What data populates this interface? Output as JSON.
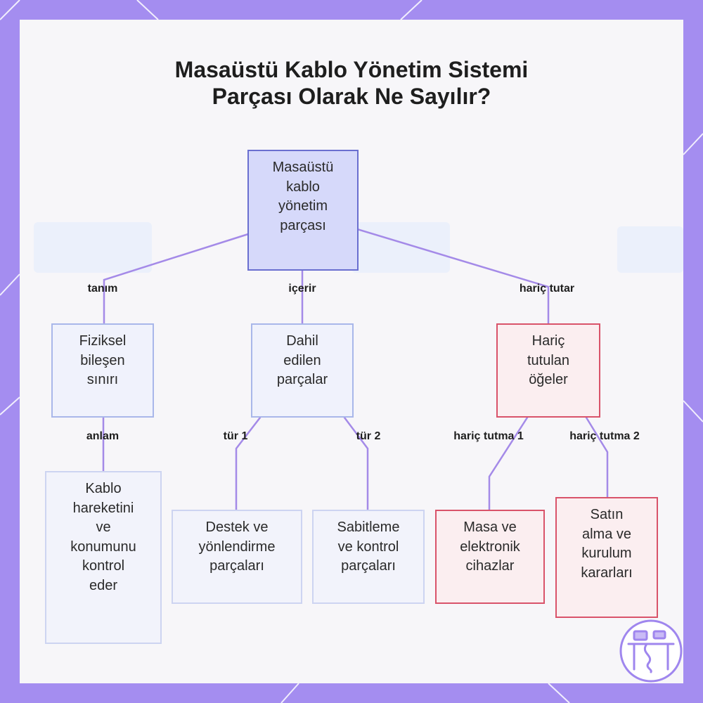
{
  "title_lines": [
    "Masaüstü Kablo Yönetim Sistemi",
    "Parçası Olarak Ne Sayılır?"
  ],
  "colors": {
    "frame": "#a48df0",
    "connector": "#a48ae8",
    "root_fill": "#d6d9fa",
    "root_border": "#6a6fd0",
    "blue_border": "#a9b7ea",
    "red_border": "#d9536a",
    "red_fill": "#fbeef0"
  },
  "nodes": {
    "root": [
      "Masaüstü",
      "kablo",
      "yönetim",
      "parçası"
    ],
    "physical": [
      "Fiziksel",
      "bileşen",
      "sınırı"
    ],
    "included": [
      "Dahil",
      "edilen",
      "parçalar"
    ],
    "excluded": [
      "Hariç",
      "tutulan",
      "öğeler"
    ],
    "control": [
      "Kablo",
      "hareketini",
      "ve",
      "konumunu",
      "kontrol",
      "eder"
    ],
    "support": [
      "Destek ve",
      "yönlendirme",
      "parçaları"
    ],
    "fixing": [
      "Sabitleme",
      "ve kontrol",
      "parçaları"
    ],
    "desk": [
      "Masa ve",
      "elektronik",
      "cihazlar"
    ],
    "purchase": [
      "Satın",
      "alma ve",
      "kurulum",
      "kararları"
    ]
  },
  "edge_labels": {
    "definition": "tanım",
    "contains": "içerir",
    "excludes": "hariç tutar",
    "meaning": "anlam",
    "type1": "tür 1",
    "type2": "tür 2",
    "exclusion1": "hariç tutma 1",
    "exclusion2": "hariç tutma 2"
  },
  "logo_icon": "desk-cable-logo-icon"
}
